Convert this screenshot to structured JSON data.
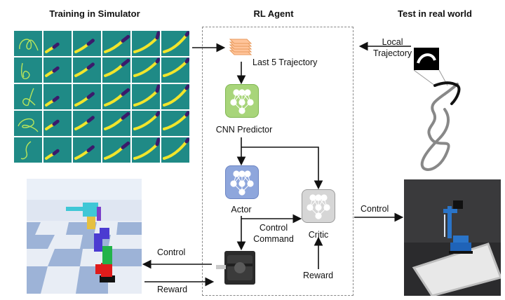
{
  "titles": {
    "left": "Training in Simulator",
    "center": "RL Agent",
    "right": "Test in real world"
  },
  "labels": {
    "local_trajectory_line1": "Local",
    "local_trajectory_line2": "Trajectory",
    "last5": "Last 5 Trajectory",
    "cnn": "CNN Predictor",
    "actor": "Actor",
    "critic": "Critic",
    "control_command_line1": "Control",
    "control_command_line2": "Command",
    "reward_bottom": "Reward",
    "control_left": "Control",
    "reward_left": "Reward",
    "control_right": "Control"
  },
  "colors": {
    "teal_cell": "#1f8a86",
    "stroke_yellow": "#f2e52b",
    "stroke_purple": "#3b1a6b",
    "handwriting_green": "#b9e55a",
    "cnn_green": "#a8d57a",
    "actor_blue": "#8ea6dc",
    "critic_gray": "#d6d6d6"
  },
  "icons": {
    "network": "neural-network-icon",
    "stack": "stacked-layers-icon",
    "motor": "stepper-motor-icon"
  }
}
